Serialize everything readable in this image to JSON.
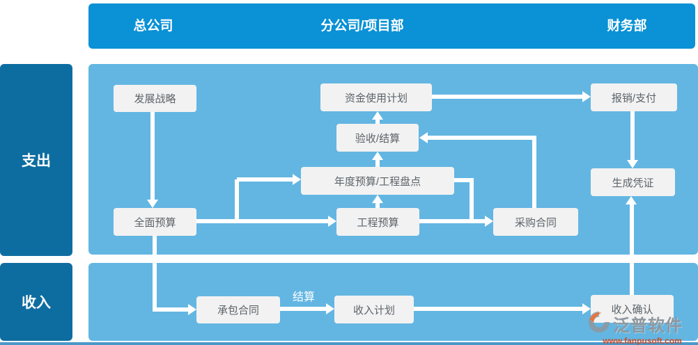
{
  "header": {
    "columns": [
      {
        "label": "总公司"
      },
      {
        "label": "分公司/项目部"
      },
      {
        "label": "财务部"
      }
    ]
  },
  "rows": [
    {
      "label": "支出"
    },
    {
      "label": "收入"
    }
  ],
  "nodes": [
    {
      "id": "development-strategy",
      "label": "发展战略"
    },
    {
      "id": "fund-use-plan",
      "label": "资金使用计划"
    },
    {
      "id": "reimbursement-payment",
      "label": "报销/支付"
    },
    {
      "id": "acceptance-settlement",
      "label": "验收/结算"
    },
    {
      "id": "annual-budget-inventory",
      "label": "年度预算/工程盘点"
    },
    {
      "id": "comprehensive-budget",
      "label": "全面预算"
    },
    {
      "id": "project-budget",
      "label": "工程预算"
    },
    {
      "id": "procurement-contract",
      "label": "采购合同"
    },
    {
      "id": "generate-voucher",
      "label": "生成凭证"
    },
    {
      "id": "contracting-contract",
      "label": "承包合同"
    },
    {
      "id": "income-plan",
      "label": "收入计划"
    },
    {
      "id": "income-confirmation",
      "label": "收入确认"
    }
  ],
  "edges": [
    {
      "from": "发展战略",
      "to": "全面预算"
    },
    {
      "from": "全面预算",
      "to": "年度预算/工程盘点"
    },
    {
      "from": "全面预算",
      "to": "工程预算"
    },
    {
      "from": "工程预算",
      "to": "年度预算/工程盘点"
    },
    {
      "from": "年度预算/工程盘点",
      "to": "验收/结算"
    },
    {
      "from": "验收/结算",
      "to": "资金使用计划"
    },
    {
      "from": "资金使用计划",
      "to": "报销/支付"
    },
    {
      "from": "报销/支付",
      "to": "生成凭证"
    },
    {
      "from": "工程预算",
      "to": "采购合同"
    },
    {
      "from": "年度预算/工程盘点",
      "to": "采购合同"
    },
    {
      "from": "采购合同",
      "to": "验收/结算"
    },
    {
      "from": "全面预算",
      "to": "承包合同"
    },
    {
      "from": "承包合同",
      "to": "收入计划",
      "label": "结算"
    },
    {
      "from": "收入计划",
      "to": "收入确认"
    },
    {
      "from": "收入确认",
      "to": "生成凭证"
    }
  ],
  "labels": {
    "settlement": "结算"
  },
  "watermark": {
    "brand": "泛普软件",
    "url": "www.fanpusoft.com"
  },
  "colors": {
    "header": "#0a91d6",
    "sidebar": "#0e6da0",
    "panel": "#63b6e2",
    "box_bg": "#f2f2f2",
    "box_text": "#5c6369",
    "arrow": "#ffffff",
    "watermark_brand": "#8f979f",
    "watermark_url": "#cf4a26",
    "bottom_strip": "#4a98ca"
  }
}
